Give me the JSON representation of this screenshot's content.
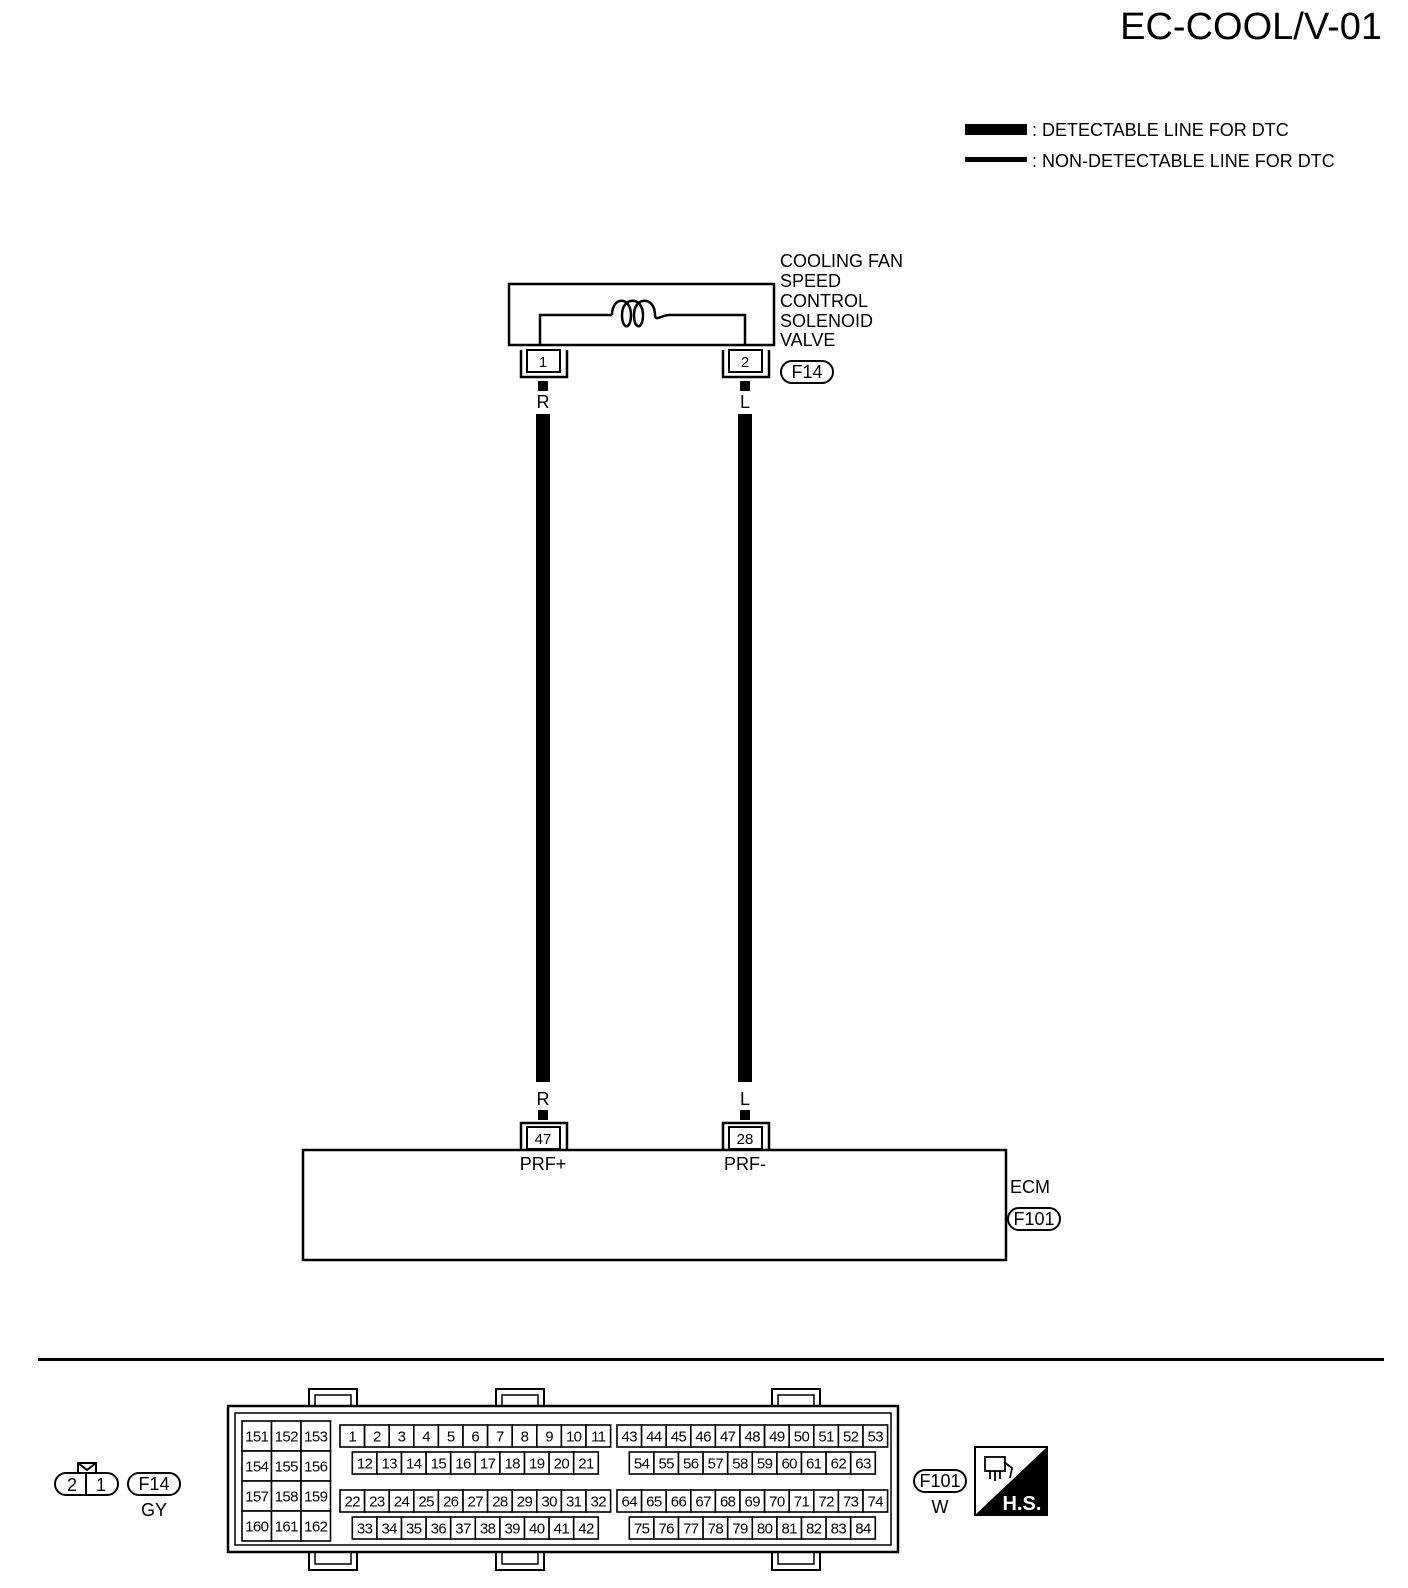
{
  "page_id": "EC-COOL/V-01",
  "legend": {
    "detectable": ": DETECTABLE LINE FOR DTC",
    "non_detectable": ": NON-DETECTABLE LINE FOR DTC"
  },
  "solenoid": {
    "name_lines": [
      "COOLING FAN",
      "SPEED",
      "CONTROL",
      "SOLENOID",
      "VALVE"
    ],
    "connector": "F14",
    "pins": [
      "1",
      "2"
    ]
  },
  "wires": [
    {
      "from_pin": "1",
      "to_pin": "47",
      "color": "R"
    },
    {
      "from_pin": "2",
      "to_pin": "28",
      "color": "L"
    }
  ],
  "ecm": {
    "name": "ECM",
    "connector": "F101",
    "pins": [
      {
        "number": "47",
        "signal": "PRF+"
      },
      {
        "number": "28",
        "signal": "PRF-"
      }
    ]
  },
  "connector_views": {
    "f14": {
      "id": "F14",
      "color": "GY",
      "pins": [
        "2",
        "1"
      ]
    },
    "f101": {
      "id": "F101",
      "color": "W",
      "left_block": [
        [
          "151",
          "152",
          "153"
        ],
        [
          "154",
          "155",
          "156"
        ],
        [
          "157",
          "158",
          "159"
        ],
        [
          "160",
          "161",
          "162"
        ]
      ],
      "mid_block": [
        [
          "1",
          "2",
          "3",
          "4",
          "5",
          "6",
          "7",
          "8",
          "9",
          "10",
          "11"
        ],
        [
          "12",
          "13",
          "14",
          "15",
          "16",
          "17",
          "18",
          "19",
          "20",
          "21"
        ],
        [
          "22",
          "23",
          "24",
          "25",
          "26",
          "27",
          "28",
          "29",
          "30",
          "31",
          "32"
        ],
        [
          "33",
          "34",
          "35",
          "36",
          "37",
          "38",
          "39",
          "40",
          "41",
          "42"
        ]
      ],
      "right_block": [
        [
          "43",
          "44",
          "45",
          "46",
          "47",
          "48",
          "49",
          "50",
          "51",
          "52",
          "53"
        ],
        [
          "54",
          "55",
          "56",
          "57",
          "58",
          "59",
          "60",
          "61",
          "62",
          "63"
        ],
        [
          "64",
          "65",
          "66",
          "67",
          "68",
          "69",
          "70",
          "71",
          "72",
          "73",
          "74"
        ],
        [
          "75",
          "76",
          "77",
          "78",
          "79",
          "80",
          "81",
          "82",
          "83",
          "84"
        ]
      ]
    },
    "hs_badge": "H.S."
  }
}
